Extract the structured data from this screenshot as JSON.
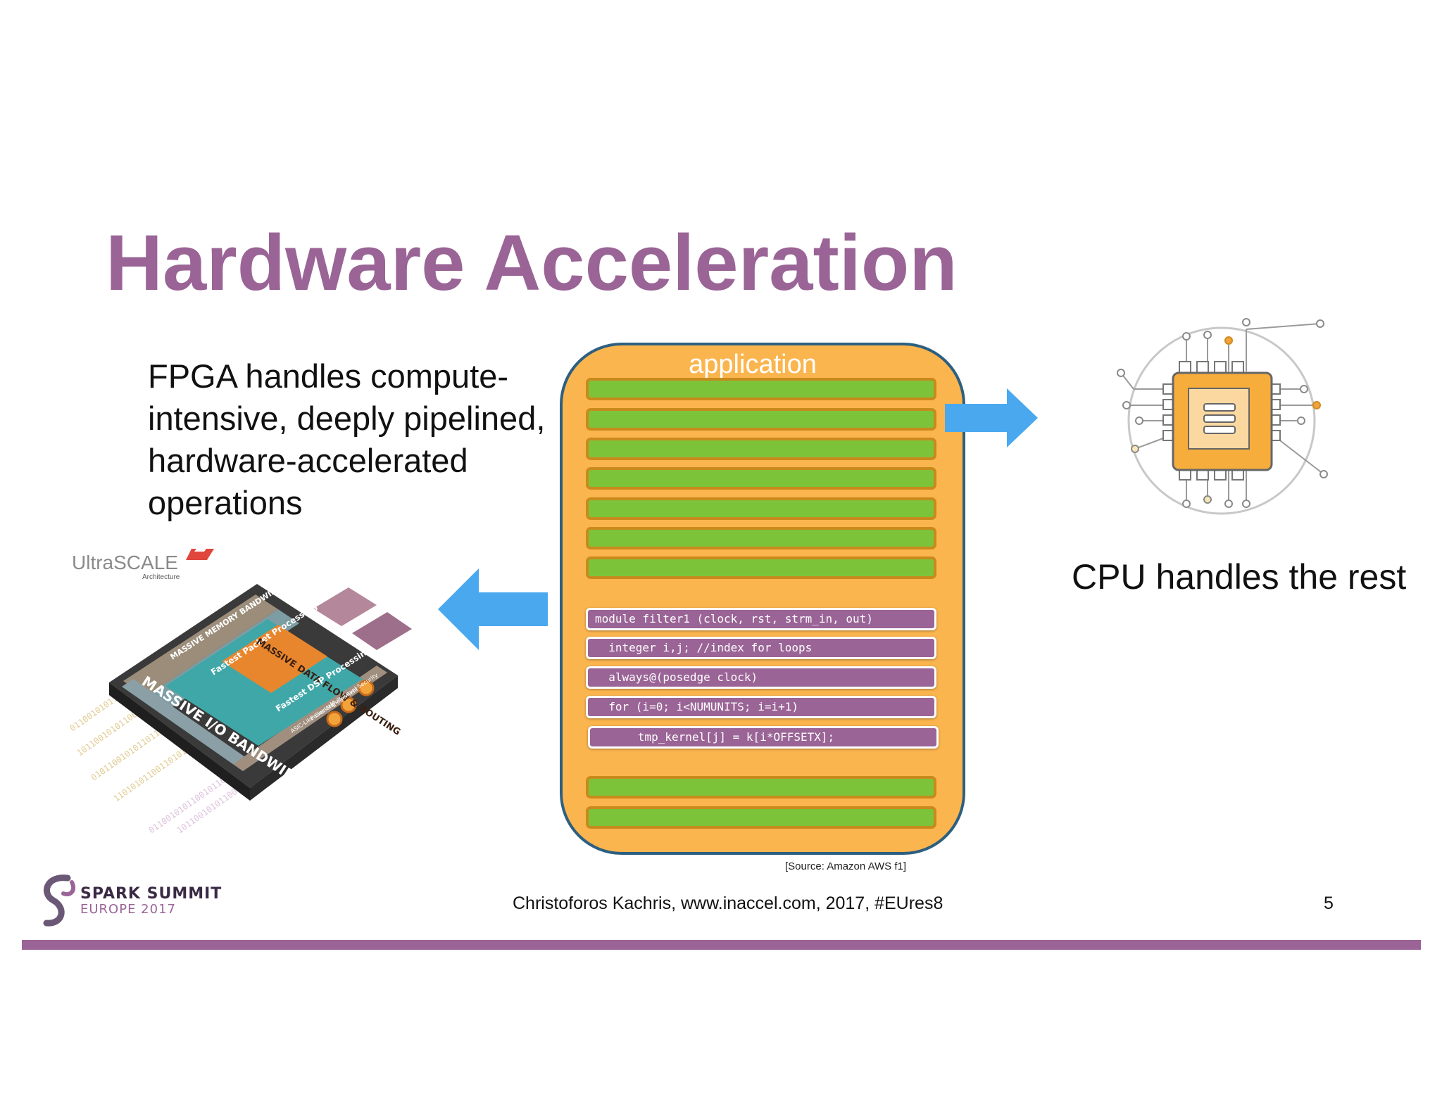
{
  "slide": {
    "title": "Hardware Acceleration",
    "fpga_text_lines": [
      "FPGA handles compute-",
      "intensive, deeply pipelined,",
      "hardware-accelerated",
      "operations"
    ],
    "cpu_text": "CPU handles the rest"
  },
  "application": {
    "label": "application",
    "code_lines": [
      "module filter1 (clock, rst, strm_in, out)",
      "  integer i,j; //index for loops",
      "  always@(posedge clock)",
      "  for (i=0; i<NUMUNITS; i=i+1)",
      "      tmp_kernel[j] = k[i*OFFSETX];"
    ]
  },
  "fpga_image": {
    "brand": "UltraSCALE",
    "brand_sub": "Architecture",
    "labels": [
      "MASSIVE MEMORY BANDWIDTH",
      "Fastest Packet Processing",
      "MASSIVE DATA FLOW & ROUTING",
      "Fastest DSP Processing",
      "ASIC-Like Clocking",
      "Power Management",
      "Multi-Level Security",
      "MASSIVE I/O BANDWIDTH"
    ]
  },
  "source_note": "[Source:  Amazon  AWS f1]",
  "footer": {
    "credit": "Christoforos Kachris, www.inaccel.com, 2017, #EUres8",
    "page_number": "5",
    "logo_title": "SPARK SUMMIT",
    "logo_sub": "EUROPE 2017"
  },
  "colors": {
    "title": "#9a6496",
    "app_box": "#fbb54e",
    "app_border": "#2d5f80",
    "green_bar": "#7dc33a",
    "code_bar": "#9a6496",
    "arrow": "#4aa8ef",
    "footer_line": "#9a6496"
  },
  "icons": [
    "arrow-right-icon",
    "arrow-left-icon",
    "cpu-chip-icon",
    "spark-summit-logo-icon",
    "ultrascale-logo-icon"
  ]
}
